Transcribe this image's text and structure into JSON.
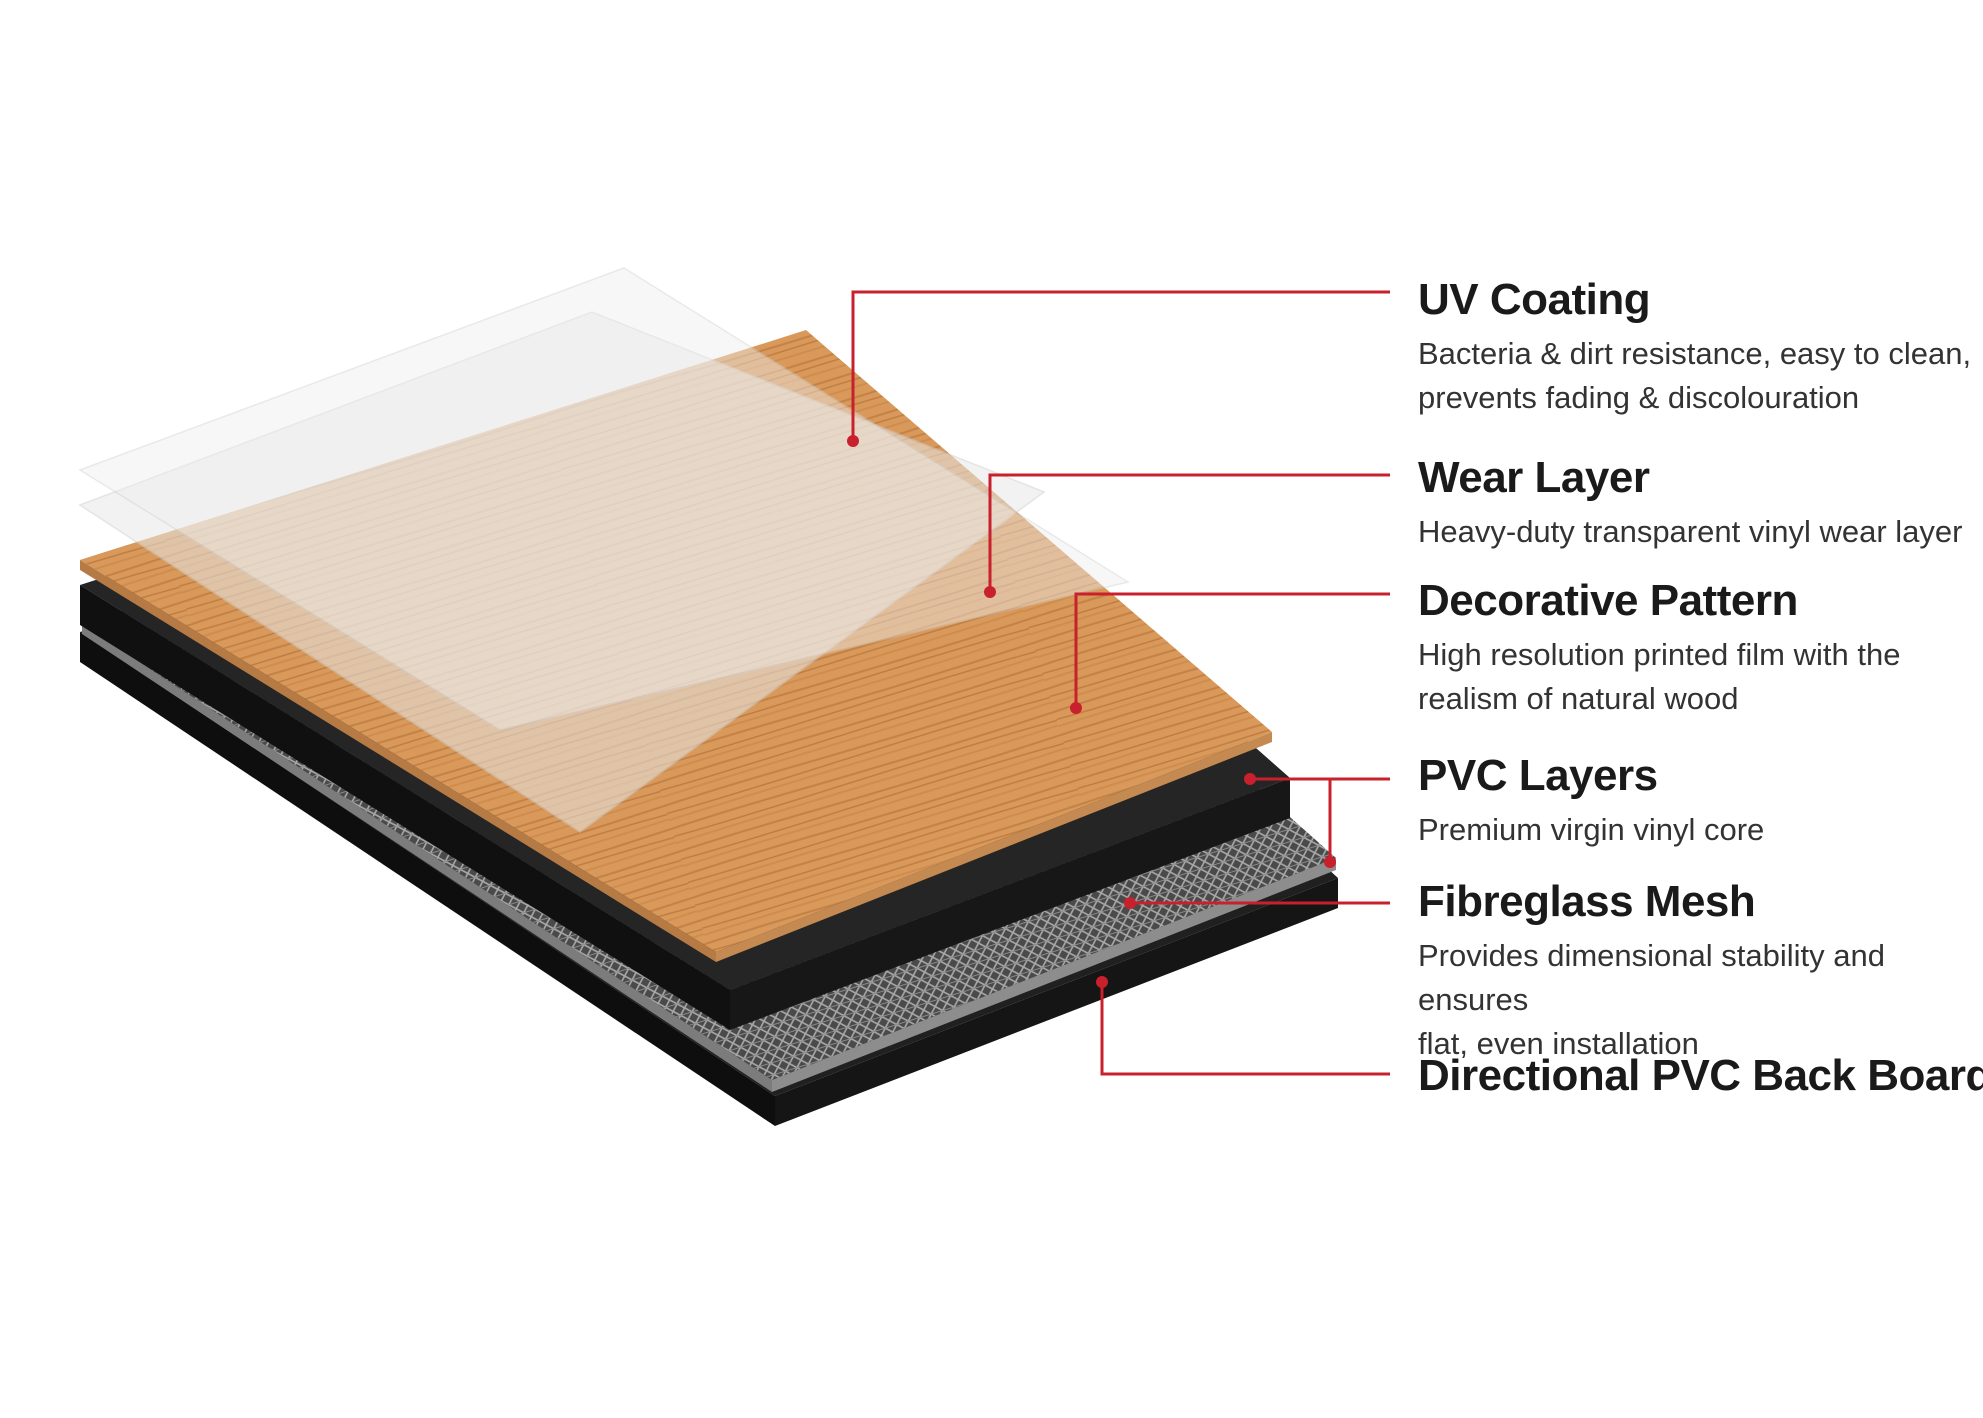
{
  "layers": [
    {
      "title": "UV Coating",
      "description": "Bacteria & dirt resistance, easy to clean,\nprevents fading & discolouration"
    },
    {
      "title": "Wear Layer",
      "description": "Heavy-duty transparent vinyl wear layer"
    },
    {
      "title": "Decorative Pattern",
      "description": "High resolution printed film with the\nrealism of natural wood"
    },
    {
      "title": "PVC Layers",
      "description": "Premium virgin vinyl core"
    },
    {
      "title": "Fibreglass Mesh",
      "description": "Provides dimensional stability and ensures\nflat, even installation"
    },
    {
      "title": "Directional PVC Back Board",
      "description": ""
    }
  ],
  "colors": {
    "leader": "#c8202c",
    "wood": "#d99a5c",
    "core": "#1a1a1a",
    "mesh": "#6d6d6d"
  }
}
